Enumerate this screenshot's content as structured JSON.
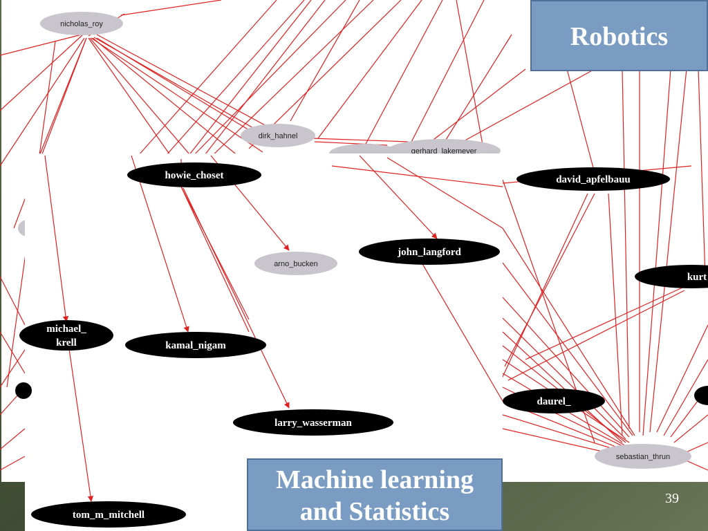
{
  "labels": {
    "robotics": "Robotics",
    "ml_line1": "Machine learning",
    "ml_line2": "and Statistics"
  },
  "page_number": "39",
  "colors": {
    "edge": "#e02020",
    "gray_node": "#c8c6cc",
    "black_node": "#000000",
    "label_box": "#7a9cc2",
    "background": "#4a5a3a"
  },
  "robotics_graph": {
    "nodes": [
      {
        "id": "nicholas_roy",
        "label": "nicholas_roy"
      },
      {
        "id": "dirk_hahnel",
        "label": "dirk_hahnel"
      },
      {
        "id": "gerhard_lakemeyer",
        "label": "gerhard_lakemeyer"
      },
      {
        "id": "sebastian_thrun",
        "label": "sebastian_thrun"
      },
      {
        "id": "arno_bucken",
        "label": "arno_bucken"
      }
    ]
  },
  "ml_graph": {
    "nodes": [
      {
        "id": "howie_choset",
        "label": "howie_choset"
      },
      {
        "id": "david_apfelbauu",
        "label": "david_apfelbauu"
      },
      {
        "id": "john_langford",
        "label": "john_langford"
      },
      {
        "id": "kurt",
        "label": "kurt"
      },
      {
        "id": "michael_krell",
        "label": "michael_krell",
        "lines": [
          "michael_",
          "krell"
        ]
      },
      {
        "id": "kamal_nigam",
        "label": "kamal_nigam"
      },
      {
        "id": "daurel",
        "label": "daurel_"
      },
      {
        "id": "larry_wasserman",
        "label": "larry_wasserman"
      },
      {
        "id": "tom_m_mitchell",
        "label": "tom_m_mitchell"
      }
    ]
  }
}
